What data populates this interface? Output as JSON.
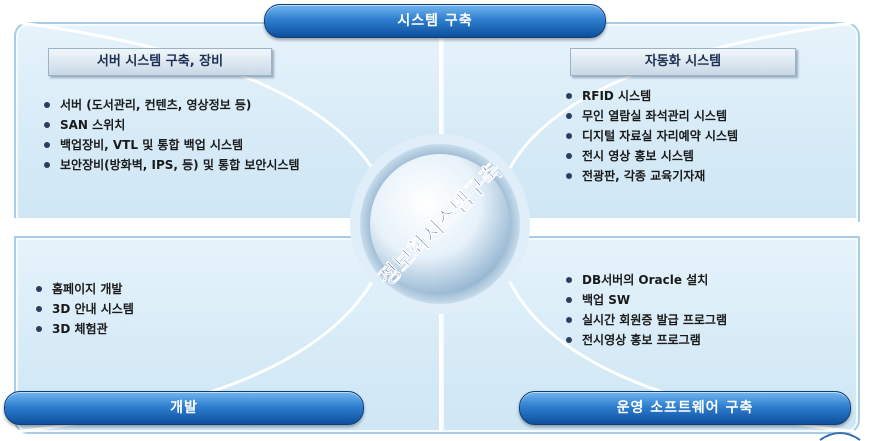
{
  "top_title": "시스템 구축",
  "center_title": "정보화시스템구축",
  "sections": {
    "server": {
      "title": "서버 시스템 구축, 장비",
      "items": [
        "서버 (도서관리, 컨텐츠, 영상정보 등)",
        "SAN 스위치",
        "백업장비, VTL 및 통합 백업 시스템",
        "보안장비(방화벽, IPS, 등) 및 통합 보안시스템"
      ]
    },
    "automation": {
      "title": "자동화 시스템",
      "items": [
        "RFID 시스템",
        "무인 열람실 좌석관리 시스템",
        "디지털 자료실 자리예약 시스템",
        "전시 영상 홍보 시스템",
        "전광판, 각종 교육기자재"
      ]
    },
    "development": {
      "title": "개발",
      "items": [
        "홈페이지 개발",
        "3D 안내 시스템",
        "3D 체험관"
      ]
    },
    "operations": {
      "title": "운영 소프트웨어 구축",
      "items": [
        "DB서버의 Oracle 설치",
        "백업 SW",
        "실시간 회원증 발급 프로그램",
        "전시영상 홍보 프로그램"
      ]
    }
  },
  "colors": {
    "pill_blue": "#2f7fd0",
    "panel_bg": "#d7ebf7",
    "panel_border": "#a9cde6",
    "center_text": "#15288a"
  },
  "icons": {
    "bullet": "bullet-dot-icon"
  }
}
